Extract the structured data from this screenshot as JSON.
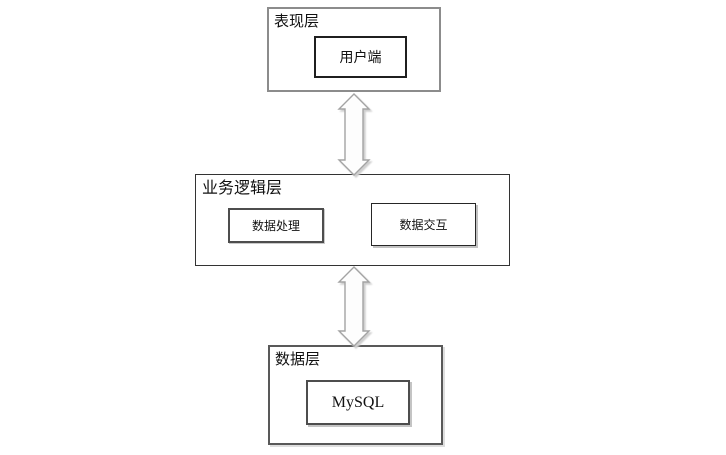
{
  "diagram": {
    "type": "layered-architecture",
    "layers": [
      {
        "name": "表现层",
        "components": [
          "用户端"
        ]
      },
      {
        "name": "业务逻辑层",
        "components": [
          "数据处理",
          "数据交互"
        ]
      },
      {
        "name": "数据层",
        "components": [
          "MySQL"
        ]
      }
    ],
    "connectors": [
      {
        "between": [
          "表现层",
          "业务逻辑层"
        ],
        "style": "double-headed-vertical-arrow"
      },
      {
        "between": [
          "业务逻辑层",
          "数据层"
        ],
        "style": "double-headed-vertical-arrow"
      }
    ],
    "colors": {
      "background": "#ffffff",
      "text": "#111111",
      "outer_border_gray": "#8c8c8c",
      "box_border_dark": "#262626",
      "arrow_fill": "#fdfdfd",
      "arrow_stroke": "#a3a3a3"
    }
  }
}
